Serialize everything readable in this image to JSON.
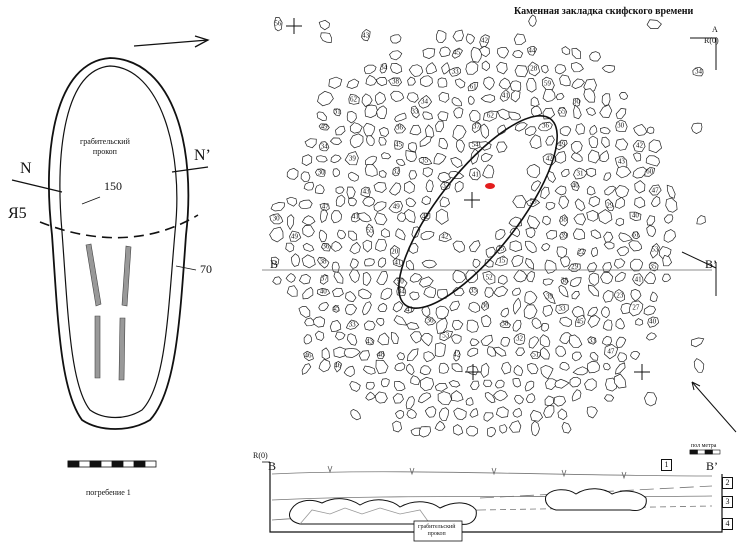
{
  "title": "Каменная закладка скифского времени",
  "burial_plan": {
    "robber_pit_label": "грабительский\nпрокоп",
    "depth_inner": "150",
    "depth_outer": "70",
    "section_left": "N",
    "section_right": "N’",
    "grave_label": "Я5",
    "caption": "погребение 1"
  },
  "stone_plan": {
    "point_a": "A",
    "point_r0": "R(0)",
    "section_left": "B",
    "section_right": "B’",
    "scale_label": "пол метра",
    "stone_depths": [
      "56",
      "43",
      "42",
      "45",
      "44",
      "34",
      "33",
      "28",
      "34",
      "38",
      "61",
      "59",
      "62",
      "34",
      "41",
      "30",
      "31",
      "33",
      "62",
      "55",
      "49",
      "36",
      "37",
      "36",
      "30",
      "34",
      "45",
      "54",
      "49",
      "42",
      "39",
      "35",
      "42",
      "43",
      "30",
      "32",
      "41",
      "31",
      "60",
      "43",
      "37",
      "40",
      "47",
      "47",
      "49",
      "55",
      "29",
      "30",
      "41",
      "42",
      "38",
      "40",
      "49",
      "55",
      "42",
      "39",
      "61",
      "36",
      "20",
      "25",
      "22",
      "53",
      "38",
      "41",
      "15",
      "29",
      "35",
      "37",
      "50",
      "52",
      "38",
      "41",
      "40",
      "34",
      "35",
      "39",
      "23",
      "45",
      "41",
      "36",
      "33",
      "27",
      "33",
      "36",
      "38",
      "45",
      "40",
      "43",
      "53",
      "32",
      "33",
      "46",
      "48",
      "42",
      "51",
      "47",
      "46"
    ]
  },
  "section_profile": {
    "r0_label": "R(0)",
    "left_label": "B",
    "right_label": "B’",
    "layers": [
      "1",
      "2",
      "3",
      "4"
    ],
    "pit_label": "грабительский\nпрокоп"
  }
}
